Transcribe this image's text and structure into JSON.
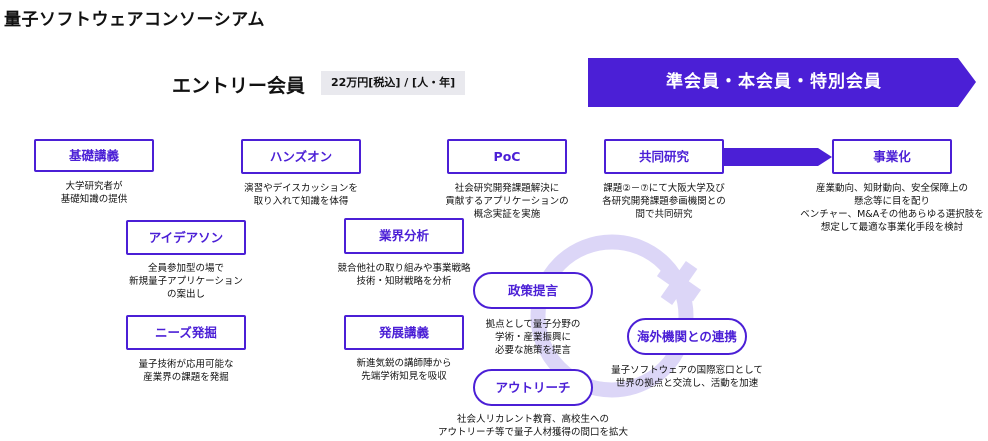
{
  "page": {
    "title": "量子ソフトウェアコンソーシアム"
  },
  "entry": {
    "title": "エントリー会員",
    "price": "22万円[税込] / [人・年]"
  },
  "premium": {
    "title": "準会員・本会員・特別会員"
  },
  "colors": {
    "accent": "#4b1fd6",
    "ring": "#dcd6f7",
    "price_bg": "#e9e9ee"
  },
  "programs": {
    "kiso": {
      "label": "基礎講義",
      "desc": "大学研究者が\n基礎知識の提供"
    },
    "ideathon": {
      "label": "アイデアソン",
      "desc": "全員参加型の場で\n新規量子アプリケーション\nの案出し"
    },
    "needs": {
      "label": "ニーズ発掘",
      "desc": "量子技術が応用可能な\n産業界の課題を発掘"
    },
    "hands_on": {
      "label": "ハンズオン",
      "desc": "演習やデイスカッションを\n取り入れて知識を体得"
    },
    "industry": {
      "label": "業界分析",
      "desc": "競合他社の取り組みや事業戦略\n技術・知財戦略を分析"
    },
    "advanced": {
      "label": "発展講義",
      "desc": "新進気鋭の講師陣から\n先端学術知見を吸収"
    },
    "poc": {
      "label": "PoC",
      "desc": "社会研究開発課題解決に\n貢献するアプリケーションの\n概念実証を実施"
    },
    "policy": {
      "label": "政策提言",
      "desc": "拠点として量子分野の\n学術・産業振興に\n必要な施策を提言"
    },
    "outreach": {
      "label": "アウトリーチ",
      "desc": "社会人リカレント教育、高校生への\nアウトリーチ等で量子人材獲得の間口を拡大"
    },
    "joint": {
      "label": "共同研究",
      "desc": "課題②－⑦にて大阪大学及び\n各研究開発課題参画機関との\n間で共同研究"
    },
    "overseas": {
      "label": "海外機関との連携",
      "desc": "量子ソフトウェアの国際窓口として\n世界の拠点と交流し、活動を加速"
    },
    "business": {
      "label": "事業化",
      "desc": "産業動向、知財動向、安全保障上の\n懸念等に目を配り\nベンチャー、M&Aその他あらゆる選択肢を\n想定して最適な事業化手段を検討"
    }
  }
}
